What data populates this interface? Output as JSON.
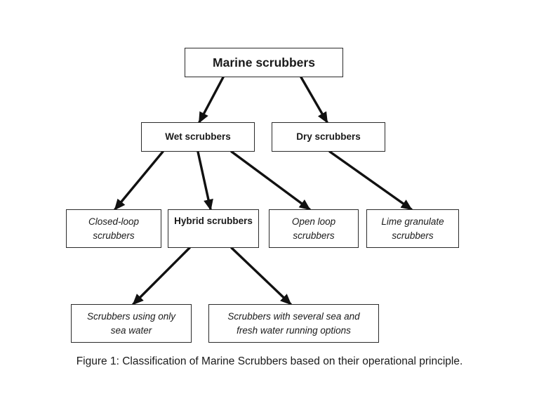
{
  "nodes": {
    "root": {
      "label": "Marine scrubbers"
    },
    "wet": {
      "label": "Wet scrubbers"
    },
    "dry": {
      "label": "Dry scrubbers"
    },
    "closed_loop": {
      "line1": "Closed-loop",
      "line2": "scrubbers"
    },
    "hybrid": {
      "label": "Hybrid scrubbers"
    },
    "open_loop": {
      "line1": "Open loop",
      "line2": "scrubbers"
    },
    "lime": {
      "line1": "Lime granulate",
      "line2": "scrubbers"
    },
    "sea_only": {
      "line1": "Scrubbers using only",
      "line2": "sea water"
    },
    "several": {
      "line1": "Scrubbers with several sea and",
      "line2": "fresh water running options"
    }
  },
  "caption": "Figure 1: Classification of Marine Scrubbers based on their operational principle."
}
